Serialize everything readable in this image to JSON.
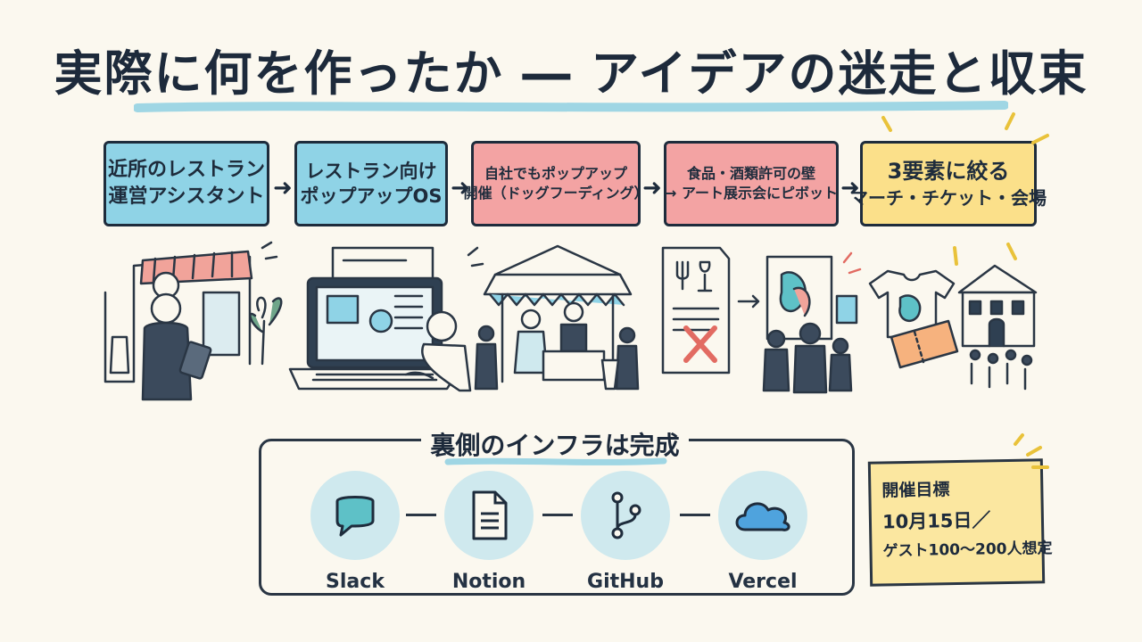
{
  "title": "実際に何を作ったか ― アイデアの迷走と収束",
  "steps": [
    {
      "line1": "近所のレストラン",
      "line2": "運営アシスタント",
      "color": "#8fd3e6"
    },
    {
      "line1": "レストラン向け",
      "line2": "ポップアップOS",
      "color": "#8fd3e6"
    },
    {
      "line1": "自社でもポップアップ",
      "line2": "開催（ドッグフーディング）",
      "color": "#f3a3a3"
    },
    {
      "line1": "食品・酒類許可の壁",
      "line2": "→ アート展示会にピボット",
      "color": "#f3a3a3"
    },
    {
      "line1": "3要素に絞る",
      "line2": "マーチ・チケット・会場",
      "color": "#fbe08a"
    }
  ],
  "infra": {
    "title": "裏側のインフラは完成",
    "tools": [
      {
        "name": "Slack",
        "icon": "speech-bubble-icon"
      },
      {
        "name": "Notion",
        "icon": "document-icon"
      },
      {
        "name": "GitHub",
        "icon": "git-branch-icon"
      },
      {
        "name": "Vercel",
        "icon": "cloud-icon"
      }
    ]
  },
  "note": {
    "line1": "開催目標",
    "line2": "10月15日／",
    "line3": "ゲスト100〜200人想定"
  },
  "colors": {
    "ink": "#1e2c3c",
    "blue_box": "#8fd3e6",
    "red_box": "#f3a3a3",
    "yellow_box": "#fbe08a",
    "note": "#fbe7a0",
    "accent_yellow": "#e9c23a",
    "tool_circle": "#cfe9ee"
  }
}
